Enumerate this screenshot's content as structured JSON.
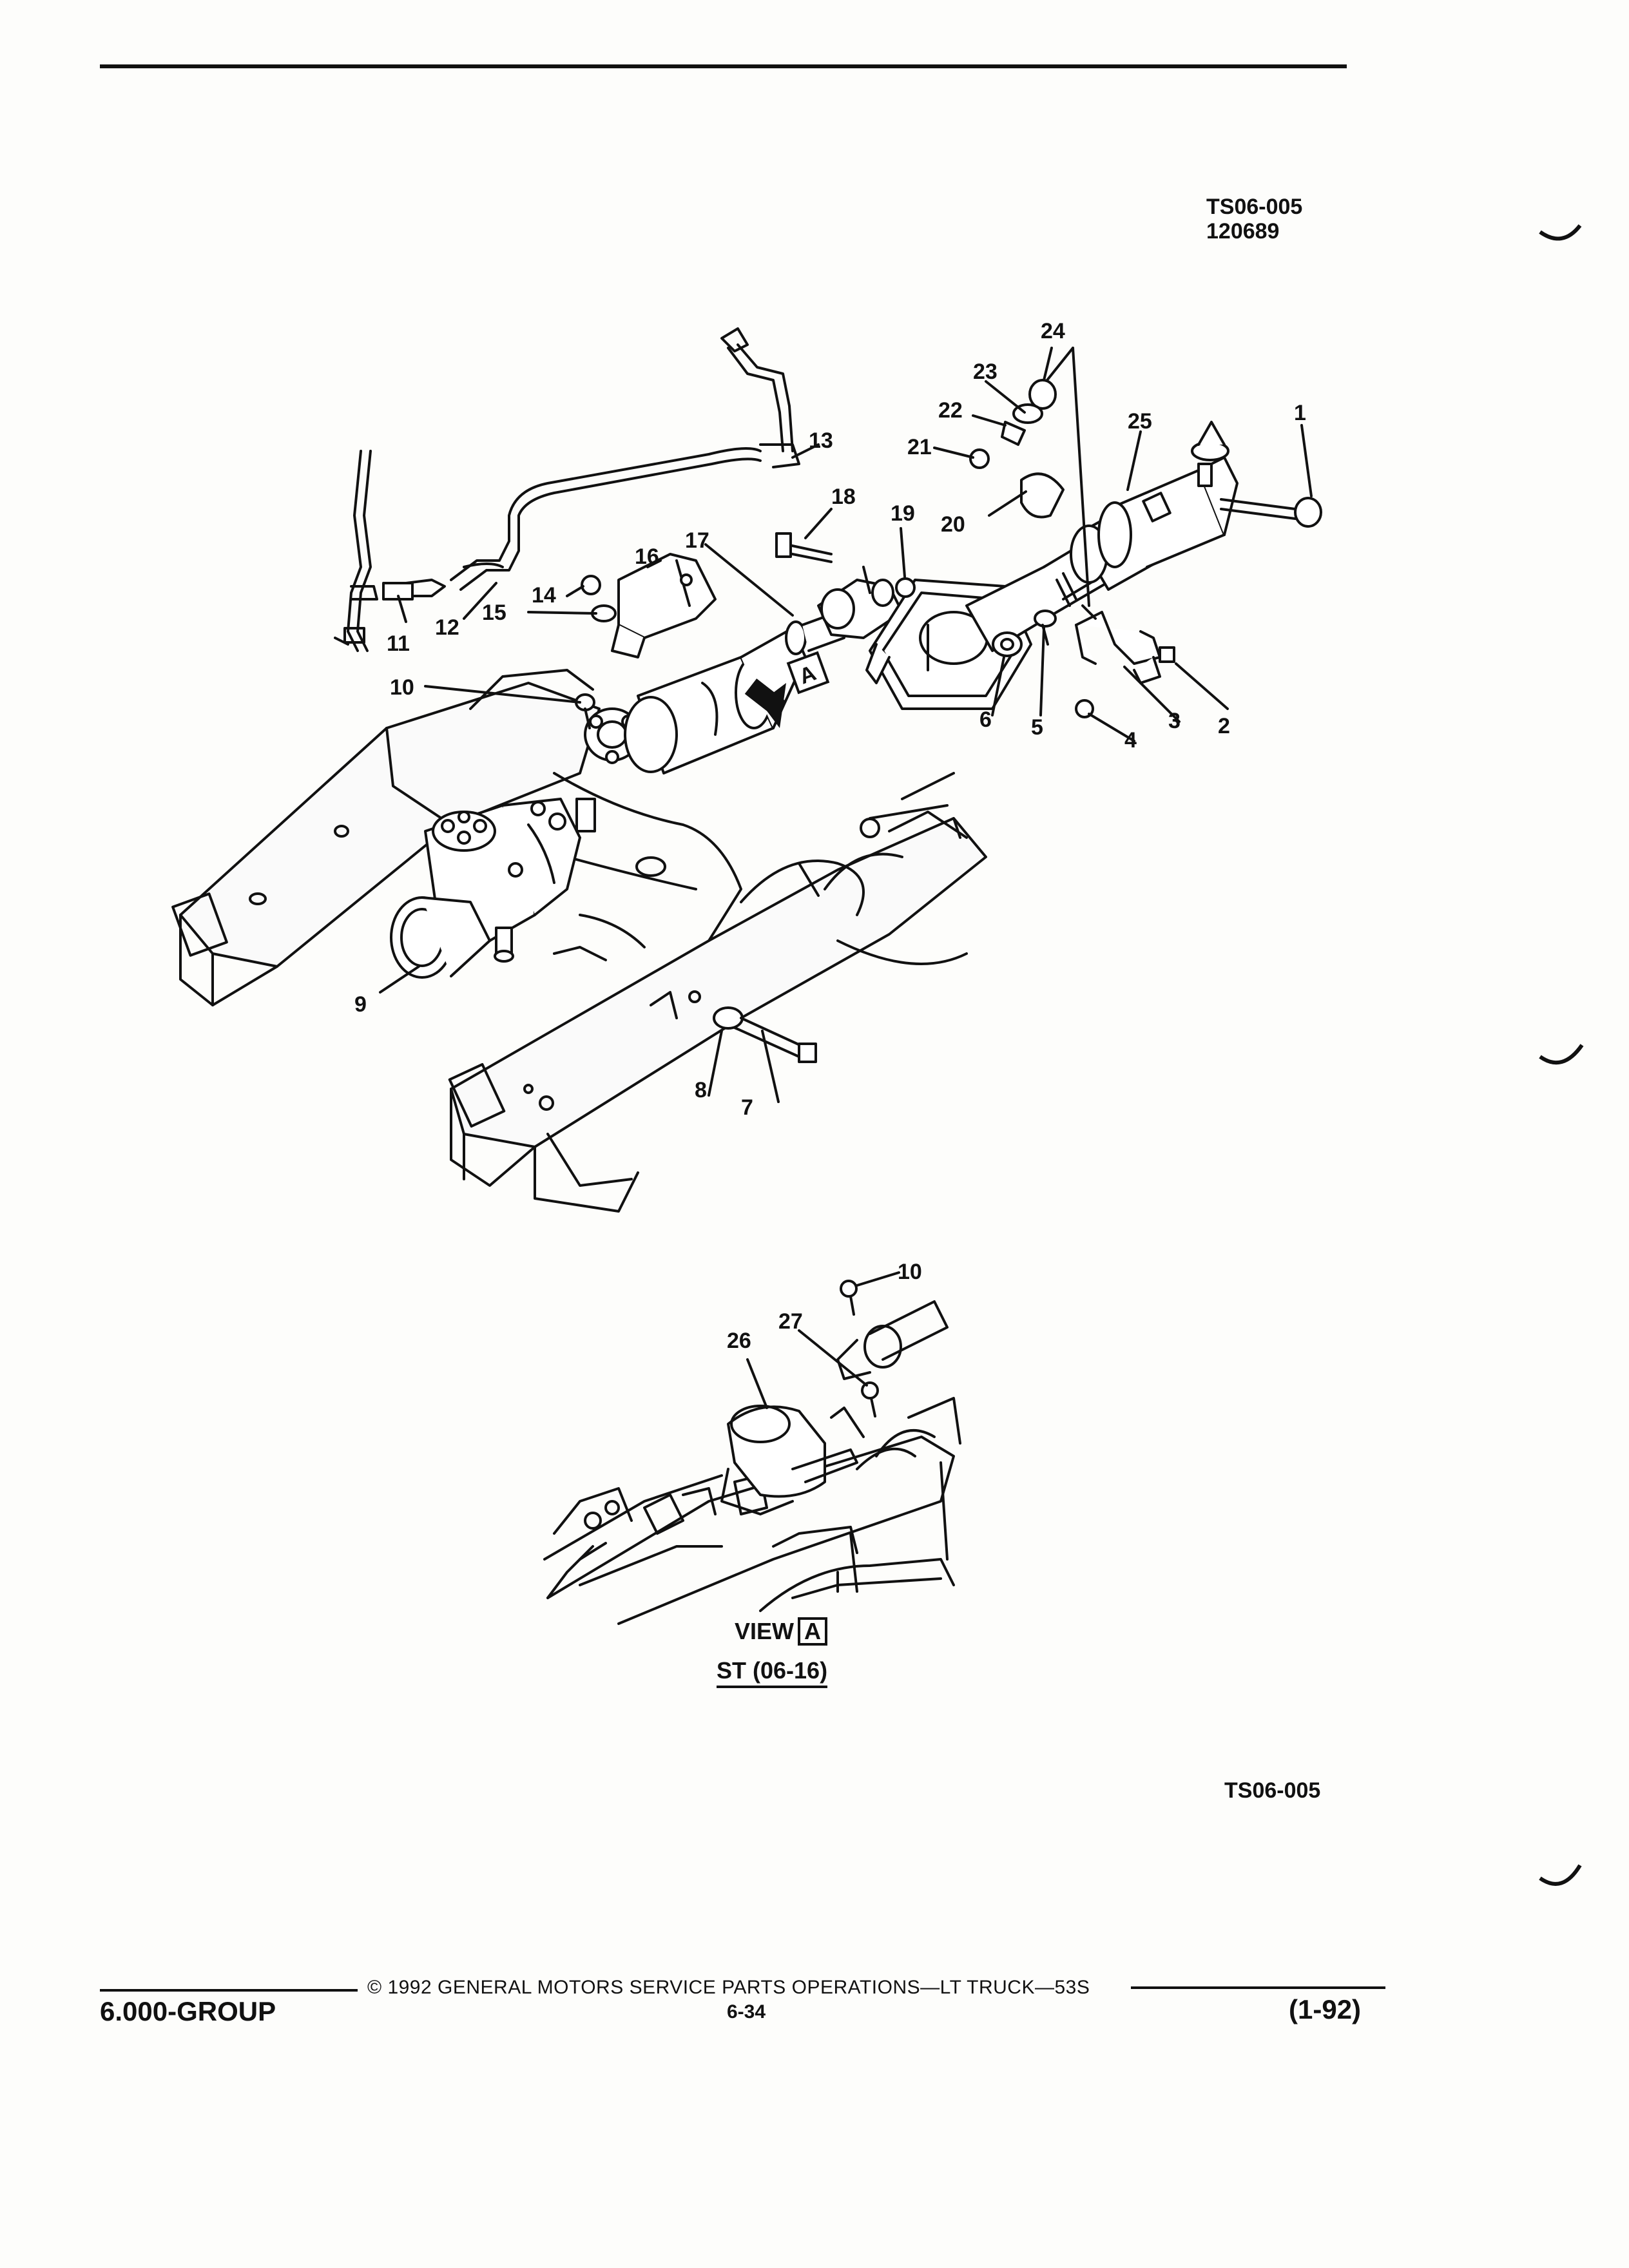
{
  "header": {
    "figure_code": "TS06-005",
    "figure_date": "120689"
  },
  "callouts": [
    "1",
    "2",
    "3",
    "4",
    "5",
    "6",
    "7",
    "8",
    "9",
    "10",
    "11",
    "12",
    "13",
    "14",
    "15",
    "16",
    "17",
    "18",
    "19",
    "20",
    "21",
    "22",
    "23",
    "24",
    "25"
  ],
  "view_callouts": [
    "10",
    "26",
    "27"
  ],
  "view_marker": "A",
  "view": {
    "label": "VIEW",
    "box": "A",
    "ref": "ST (06-16)"
  },
  "bottom_code": "TS06-005",
  "footer": {
    "group": "6.000-GROUP",
    "copyright": "© 1992 GENERAL MOTORS SERVICE PARTS OPERATIONS—LT TRUCK—53S",
    "page": "6-34",
    "revision": "(1-92)"
  }
}
